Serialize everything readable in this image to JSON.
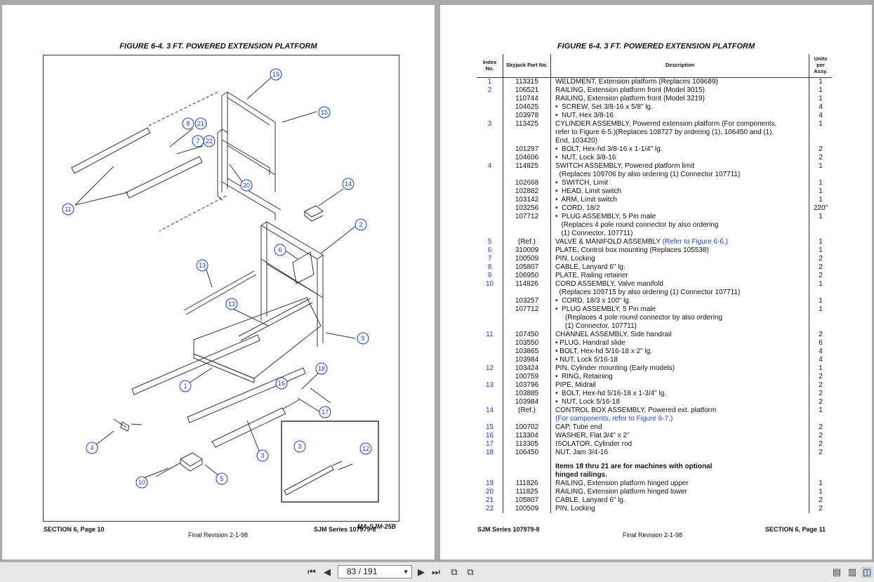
{
  "left_page": {
    "figure_title": "FIGURE 6-4.   3 FT. POWERED EXTENSION PLATFORM",
    "drawing_id": "MA-SJM-25B",
    "footer_section": "SECTION 6, Page 10",
    "footer_series": "SJM Series 107979-8",
    "footer_revision": "Final Revision 2-1-98",
    "callouts": [
      "19",
      "15",
      "8",
      "21",
      "7",
      "22",
      "20",
      "14",
      "11",
      "2",
      "6",
      "13",
      "13",
      "9",
      "18",
      "16",
      "1",
      "17",
      "4",
      "3",
      "3",
      "12",
      "5",
      "10"
    ]
  },
  "right_page": {
    "figure_title": "FIGURE 6-4.   3 FT. POWERED EXTENSION PLATFORM",
    "columns": {
      "index": "Index No.",
      "part": "Skyjack Part No.",
      "description": "Description",
      "units": "Units per Assy."
    },
    "rows": [
      {
        "idx": "1",
        "pn": "113315",
        "desc": "WELDMENT, Extension platform (Replaces 109689)",
        "qty": "1"
      },
      {
        "idx": "2",
        "pn": "106521",
        "desc": "RAILING, Extension platform front (Model 3015)",
        "qty": "1"
      },
      {
        "idx": "",
        "pn": "110744",
        "desc": "RAILING, Extension platform front (Model 3219)",
        "qty": "1"
      },
      {
        "idx": "",
        "pn": "104625",
        "desc": "•  SCREW, Set 3/8-16 x 5/8\" lg.",
        "qty": "4"
      },
      {
        "idx": "",
        "pn": "103978",
        "desc": "•  NUT, Hex 3/8-16",
        "qty": "4"
      },
      {
        "idx": "3",
        "pn": "113425",
        "desc": "CYLINDER ASSEMBLY, Powered extension platform (For components,",
        "qty": "1"
      },
      {
        "idx": "",
        "pn": "",
        "desc": "refer to Figure 6-5.)(Replaces 108727 by ordering (1), 106450 and (1),",
        "qty": ""
      },
      {
        "idx": "",
        "pn": "",
        "desc": "End, 103420)",
        "qty": ""
      },
      {
        "idx": "",
        "pn": "101297",
        "desc": "•  BOLT, Hex-hd 3/8-16 x 1-1/4\" lg.",
        "qty": "2"
      },
      {
        "idx": "",
        "pn": "104606",
        "desc": "•  NUT, Lock 3/8-16",
        "qty": "2"
      },
      {
        "idx": "4",
        "pn": "114825",
        "desc": "SWITCH ASSEMBLY, Powered platform limit",
        "qty": "1"
      },
      {
        "idx": "",
        "pn": "",
        "desc": "  (Replaces 109706 by also ordering (1) Connector 107711)",
        "qty": ""
      },
      {
        "idx": "",
        "pn": "102668",
        "desc": "•  SWITCH, Limit",
        "qty": "1"
      },
      {
        "idx": "",
        "pn": "102882",
        "desc": "•  HEAD, Limit switch",
        "qty": "1"
      },
      {
        "idx": "",
        "pn": "103142",
        "desc": "•  ARM, Limit switch",
        "qty": "1"
      },
      {
        "idx": "",
        "pn": "103256",
        "desc": "•  CORD, 18/2",
        "qty": "220\""
      },
      {
        "idx": "",
        "pn": "107712",
        "desc": "•  PLUG ASSEMBLY, 5 Pin male",
        "qty": "1"
      },
      {
        "idx": "",
        "pn": "",
        "desc": "   (Replaces 4 pole round connector by also ordering",
        "qty": ""
      },
      {
        "idx": "",
        "pn": "",
        "desc": "   (1) Connector, 107711)",
        "qty": ""
      },
      {
        "idx": "5",
        "pn": "(Ref.)",
        "desc": "VALVE & MANIFOLD ASSEMBLY ",
        "link": "(Refer to Figure 6-6.)",
        "qty": "1"
      },
      {
        "idx": "6",
        "pn": "310009",
        "desc": "PLATE, Control box mounting (Replaces 105538)",
        "qty": "1"
      },
      {
        "idx": "7",
        "pn": "100509",
        "desc": "PIN, Locking",
        "qty": "2"
      },
      {
        "idx": "8",
        "pn": "105807",
        "desc": "CABLE, Lanyard 6\" lg.",
        "qty": "2"
      },
      {
        "idx": "9",
        "pn": "106950",
        "desc": "PLATE, Railing retainer",
        "qty": "2"
      },
      {
        "idx": "10",
        "pn": "114826",
        "desc": "CORD ASSEMBLY, Valve manifold",
        "qty": "1"
      },
      {
        "idx": "",
        "pn": "",
        "desc": "  (Replaces 109715 by also ordering (1) Connector 107711)",
        "qty": ""
      },
      {
        "idx": "",
        "pn": "103257",
        "desc": "•  CORD, 18/3 x 100\" lg.",
        "qty": "1"
      },
      {
        "idx": "",
        "pn": "107712",
        "desc": "•  PLUG ASSEMBLY, 5 Pin male",
        "qty": "1"
      },
      {
        "idx": "",
        "pn": "",
        "desc": "     (Replaces 4 pole round connector by also ordering",
        "qty": ""
      },
      {
        "idx": "",
        "pn": "",
        "desc": "     (1) Connector, 107711)",
        "qty": ""
      },
      {
        "idx": "11",
        "pn": "107450",
        "desc": "CHANNEL ASSEMBLY, Side handrail",
        "qty": "2"
      },
      {
        "idx": "",
        "pn": "103550",
        "desc": "• PLUG, Handrail slide",
        "qty": "6"
      },
      {
        "idx": "",
        "pn": "103865",
        "desc": "• BOLT, Hex-hd 5/16-18 x 2\" lg.",
        "qty": "4"
      },
      {
        "idx": "",
        "pn": "103984",
        "desc": "• NUT, Lock 5/16-18",
        "qty": "4"
      },
      {
        "idx": "12",
        "pn": "103424",
        "desc": "PIN, Cylinder mounting (Early models)",
        "qty": "1"
      },
      {
        "idx": "",
        "pn": "100759",
        "desc": "•  RING, Retaining",
        "qty": "2"
      },
      {
        "idx": "13",
        "pn": "103796",
        "desc": "PIPE, Midrail",
        "qty": "2"
      },
      {
        "idx": "",
        "pn": "103885",
        "desc": "•  BOLT, Hex-hd 5/16-18 x 1-3/4\" lg.",
        "qty": "2"
      },
      {
        "idx": "",
        "pn": "103984",
        "desc": "•  NUT, Lock 5/16-18",
        "qty": "2"
      },
      {
        "idx": "14",
        "pn": "(Ref.)",
        "desc": "CONTROL BOX ASSEMBLY, Powered ext. platform",
        "qty": "1"
      },
      {
        "idx": "",
        "pn": "",
        "desc": "",
        "link": "(For components, refer to Figure 6-7.)",
        "qty": ""
      },
      {
        "idx": "15",
        "pn": "100702",
        "desc": "CAP, Tube end",
        "qty": "2"
      },
      {
        "idx": "16",
        "pn": "113304",
        "desc": "WASHER, Flat 3/4\" x 2\"",
        "qty": "2"
      },
      {
        "idx": "17",
        "pn": "113305",
        "desc": "ISOLATOR, Cylinder rod",
        "qty": "2"
      },
      {
        "idx": "18",
        "pn": "106450",
        "desc": "NUT, Jam 3/4-16",
        "qty": "2"
      }
    ],
    "note_line1": "Items 18 thru 21 are for machines with optional",
    "note_line2": "hinged railings.",
    "rows2": [
      {
        "idx": "19",
        "pn": "111826",
        "desc": "RAILING, Extension platform hinged upper",
        "qty": "1"
      },
      {
        "idx": "20",
        "pn": "111825",
        "desc": "RAILING, Extension platform hinged lower",
        "qty": "1"
      },
      {
        "idx": "21",
        "pn": "105807",
        "desc": "CABLE, Lanyard 6\" lg.",
        "qty": "2"
      },
      {
        "idx": "22",
        "pn": "100509",
        "desc": "PIN, Locking",
        "qty": "2"
      }
    ],
    "footer_series": "SJM Series 107979-8",
    "footer_section": "SECTION 6, Page 11",
    "footer_revision": "Final Revision 2-1-98"
  },
  "toolbar": {
    "page_indicator": "83 / 191",
    "icons": [
      "first-page-icon",
      "prev-page-icon",
      "next-page-icon",
      "last-page-icon",
      "prev-view-icon",
      "next-view-icon",
      "single-page-icon",
      "continuous-icon",
      "facing-pages-icon"
    ]
  },
  "colors": {
    "link": "#1f3fbf",
    "background": "#a9a9a9",
    "toolbar": "#e8e8e8"
  }
}
